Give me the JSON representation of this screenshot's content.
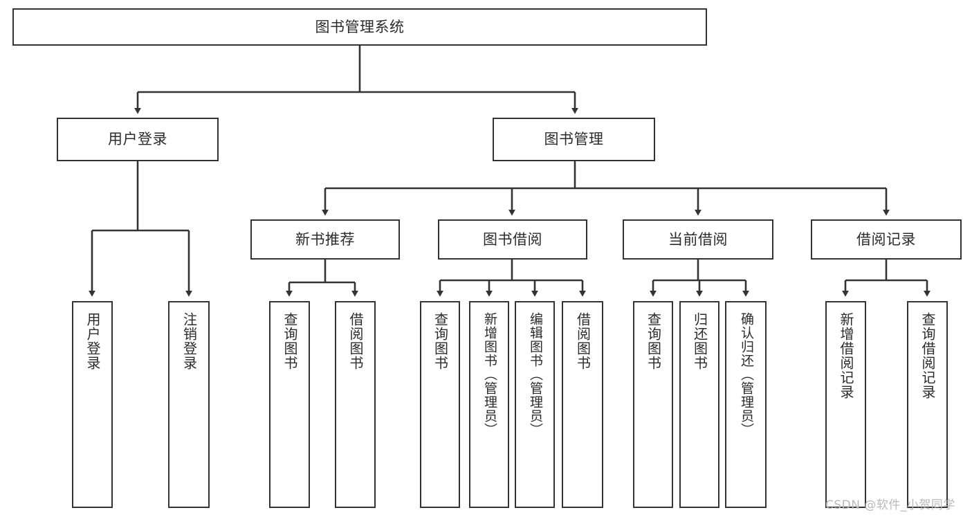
{
  "diagram": {
    "title": "图书管理系统",
    "type": "functional-structure-tree",
    "watermark": "CSDN @软件_小贺同学",
    "colors": {
      "border": "#333333",
      "background": "#ffffff",
      "text": "#2b2b2b",
      "watermark": "#b9b9b9"
    }
  },
  "nodes": {
    "root": {
      "label": "图书管理系统"
    },
    "level2": [
      {
        "id": "user-login",
        "label": "用户登录"
      },
      {
        "id": "book-management",
        "label": "图书管理"
      }
    ],
    "level3": [
      {
        "id": "new-book-recommend",
        "label": "新书推荐"
      },
      {
        "id": "book-borrow",
        "label": "图书借阅"
      },
      {
        "id": "current-borrow",
        "label": "当前借阅"
      },
      {
        "id": "borrow-record",
        "label": "借阅记录"
      }
    ],
    "leaves": {
      "user_login": [
        {
          "id": "leaf-user-login",
          "label": "用户登录"
        },
        {
          "id": "leaf-logout-login",
          "label": "注销登录"
        }
      ],
      "new_book_recommend": [
        {
          "id": "leaf-query-book-1",
          "label": "查询图书"
        },
        {
          "id": "leaf-borrow-book-1",
          "label": "借阅图书"
        }
      ],
      "book_borrow": [
        {
          "id": "leaf-query-book-2",
          "label": "查询图书"
        },
        {
          "id": "leaf-add-book",
          "label": "新增图书（管理员）"
        },
        {
          "id": "leaf-edit-book",
          "label": "编辑图书（管理员）"
        },
        {
          "id": "leaf-borrow-book-2",
          "label": "借阅图书"
        }
      ],
      "current_borrow": [
        {
          "id": "leaf-query-book-3",
          "label": "查询图书"
        },
        {
          "id": "leaf-return-book",
          "label": "归还图书"
        },
        {
          "id": "leaf-confirm-return",
          "label": "确认归还（管理员）"
        }
      ],
      "borrow_record": [
        {
          "id": "leaf-add-record",
          "label": "新增借阅记录"
        },
        {
          "id": "leaf-query-record",
          "label": "查询借阅记录"
        }
      ]
    }
  }
}
